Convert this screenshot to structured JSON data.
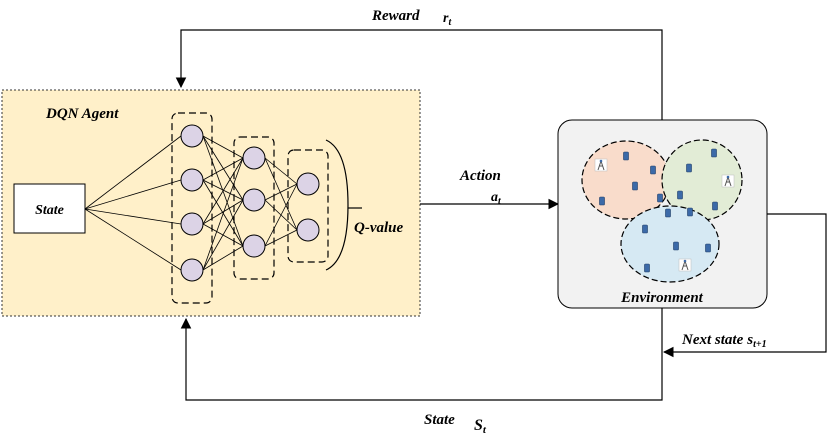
{
  "labels": {
    "reward": "Reward",
    "reward_var": "r",
    "reward_sub": "t",
    "agent": "DQN Agent",
    "state_box": "State",
    "q_value": "Q-value",
    "action": "Action",
    "action_var": "a",
    "action_sub": "t",
    "environment": "Environment",
    "next_state": "Next state",
    "next_state_var": "s",
    "next_state_sub": "t+1",
    "state_bottom": "State",
    "state_bottom_var": "S",
    "state_bottom_sub": "t"
  },
  "network": {
    "layers": [
      4,
      3,
      2
    ]
  },
  "environment": {
    "clusters": [
      {
        "color": "#f9dccb"
      },
      {
        "color": "#e2ecd6"
      },
      {
        "color": "#d6e9f3"
      }
    ]
  },
  "colors": {
    "agent_fill": "#fff0c9",
    "neuron_fill": "#dcd3e6",
    "env_fill": "#f2f2f2"
  }
}
